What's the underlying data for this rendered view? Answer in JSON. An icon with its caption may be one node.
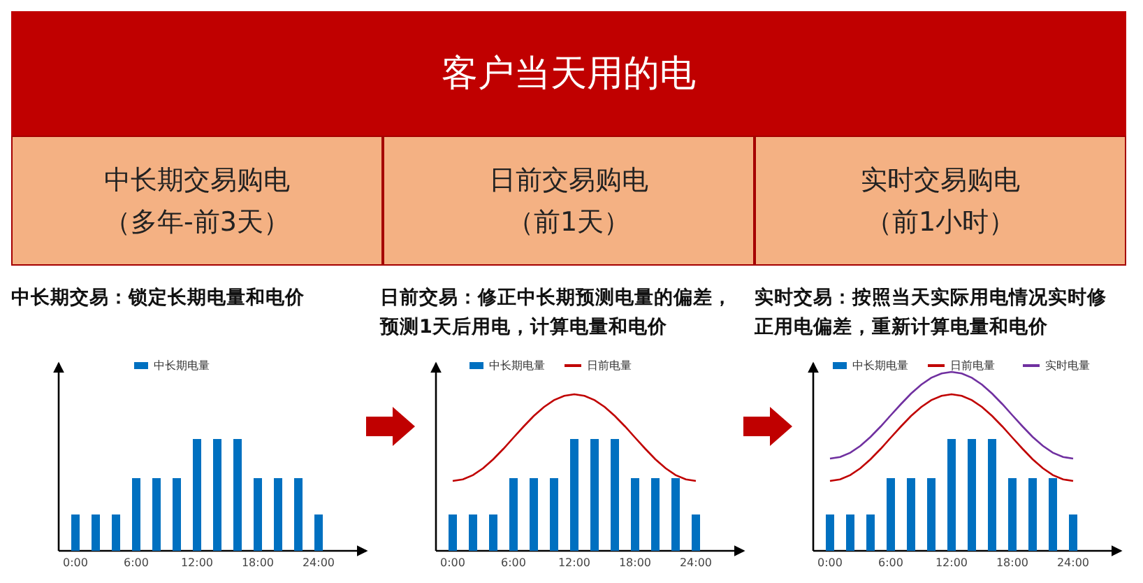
{
  "diagram": {
    "nodes": [
      {
        "text": [
          "客户当天用的电"
        ]
      },
      {
        "text": [
          "中长期交易购电",
          "（多年-前3天）"
        ]
      },
      {
        "text": [
          "日前交易购电",
          "（前1天）"
        ]
      },
      {
        "text": [
          "实时交易购电",
          "（前1小时）"
        ]
      },
      {
        "text": [
          "中长期电量",
          "0:00",
          "6:00",
          "12:00",
          "18:00",
          "24:00"
        ]
      },
      {
        "text": [
          "中长期电量",
          "日前电量",
          "0:00",
          "6:00",
          "12:00",
          "18:00",
          "24:00"
        ]
      },
      {
        "text": [
          "中长期电量",
          "日前电量",
          "实时电量",
          "0:00",
          "6:00",
          "12:00",
          "18:00",
          "24:00"
        ]
      }
    ],
    "edges": [
      {
        "from": 4,
        "to": 5,
        "arrow": "to"
      },
      {
        "from": 5,
        "to": 6,
        "arrow": "to"
      }
    ],
    "labels": [
      "中长期交易：锁定长期电量和电价",
      "日前交易：修正中长期预测电量的偏差，预测1天后用电，计算电量和电价",
      "实时交易：按照当天实际用电情况实时修正用电偏差，重新计算电量和电价"
    ]
  }
}
